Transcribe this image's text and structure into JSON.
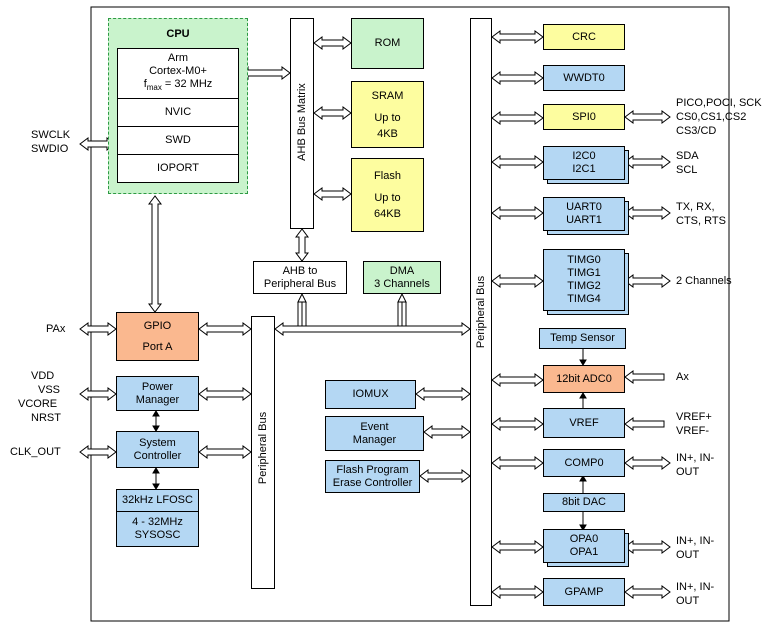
{
  "cpu": {
    "title": "CPU",
    "core_line1": "Arm",
    "core_line2": "Cortex-M0+",
    "core_line3_f": "f",
    "core_line3_sub": "max",
    "core_line3_rest": " = 32 MHz",
    "nvic": "NVIC",
    "swd": "SWD",
    "ioport": "IOPORT"
  },
  "left_signals": {
    "swclk": "SWCLK",
    "swdio": "SWDIO",
    "pax": "PAx",
    "vdd": "VDD",
    "vss": "VSS",
    "vcore": "VCORE",
    "nrst": "NRST",
    "clk_out": "CLK_OUT"
  },
  "buses": {
    "ahb_matrix": "AHB Bus Matrix",
    "peripheral_bus_left": "Peripheral Bus",
    "peripheral_bus_right": "Peripheral Bus",
    "ahb_bridge_l1": "AHB to",
    "ahb_bridge_l2": "Peripheral Bus"
  },
  "memory": {
    "rom": "ROM",
    "sram_l1": "SRAM",
    "sram_l2": "Up to",
    "sram_l3": "4KB",
    "flash_l1": "Flash",
    "flash_l2": "Up to",
    "flash_l3": "64KB"
  },
  "dma": {
    "l1": "DMA",
    "l2": "3 Channels"
  },
  "gpio": {
    "l1": "GPIO",
    "l2": "Port A"
  },
  "power": {
    "l1": "Power",
    "l2": "Manager"
  },
  "sysctl": {
    "l1": "System",
    "l2": "Controller"
  },
  "lfosc": "32kHz LFOSC",
  "sysosc": {
    "l1": "4 - 32MHz",
    "l2": "SYSOSC"
  },
  "middle": {
    "iomux": "IOMUX",
    "event_l1": "Event",
    "event_l2": "Manager",
    "flashctl_l1": "Flash Program",
    "flashctl_l2": "Erase Controller"
  },
  "peripherals": {
    "crc": "CRC",
    "wwdt": "WWDT0",
    "spi": "SPI0",
    "i2c0": "I2C0",
    "i2c1": "I2C1",
    "uart0": "UART0",
    "uart1": "UART1",
    "timg0": "TIMG0",
    "timg1": "TIMG1",
    "timg2": "TIMG2",
    "timg4": "TIMG4",
    "temp": "Temp Sensor",
    "adc": "12bit ADC0",
    "vref": "VREF",
    "comp": "COMP0",
    "dac": "8bit DAC",
    "opa0": "OPA0",
    "opa1": "OPA1",
    "gpamp": "GPAMP"
  },
  "right_signals": {
    "spi_l1": "PICO,POCI, SCK",
    "spi_l2": "CS0,CS1,CS2",
    "spi_l3": "CS3/CD",
    "sda": "SDA",
    "scl": "SCL",
    "uart_l1": "TX, RX,",
    "uart_l2": "CTS, RTS",
    "tim": "2 Channels",
    "ax": "Ax",
    "vrefp": "VREF+",
    "vrefm": "VREF-",
    "comp_l1": "IN+, IN-",
    "comp_l2": "OUT",
    "opa_l1": "IN+, IN-",
    "opa_l2": "OUT",
    "gpamp_l1": "IN+, IN-",
    "gpamp_l2": "OUT"
  }
}
